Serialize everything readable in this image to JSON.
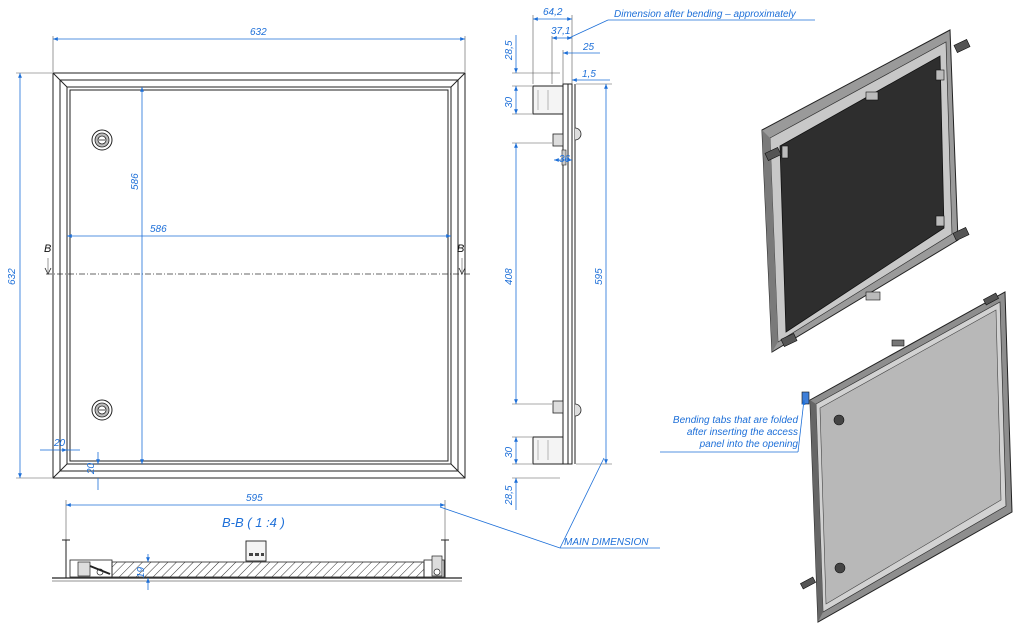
{
  "front": {
    "width_top": "632",
    "height_left": "632",
    "inner_width": "586",
    "inner_height": "586",
    "border_left": "20",
    "border_bottom": "20",
    "section_left": "B",
    "section_right": "B"
  },
  "side": {
    "dim_64_2": "64,2",
    "dim_37_1": "37,1",
    "dim_25": "25",
    "dim_1_5": "1,5",
    "dim_28_5_top": "28,5",
    "dim_30_top": "30",
    "dim_36": "36",
    "dim_408": "408",
    "dim_595": "595",
    "dim_30_bottom": "30",
    "dim_28_5_bottom": "28,5",
    "note_bending": "Dimension after bending – approximately"
  },
  "section": {
    "width": "595",
    "title": "B-B ( 1 :4 )",
    "depth": "19",
    "note_main": "MAIN DIMENSION"
  },
  "iso": {
    "note_line1": "Bending tabs that are folded",
    "note_line2": "after inserting the access",
    "note_line3": "panel into the opening"
  },
  "colors": {
    "dimension": "#1d6fd8",
    "outline": "#222222",
    "panel_dark": "#2e2e2e",
    "frame_gray": "#9a9a9a"
  }
}
